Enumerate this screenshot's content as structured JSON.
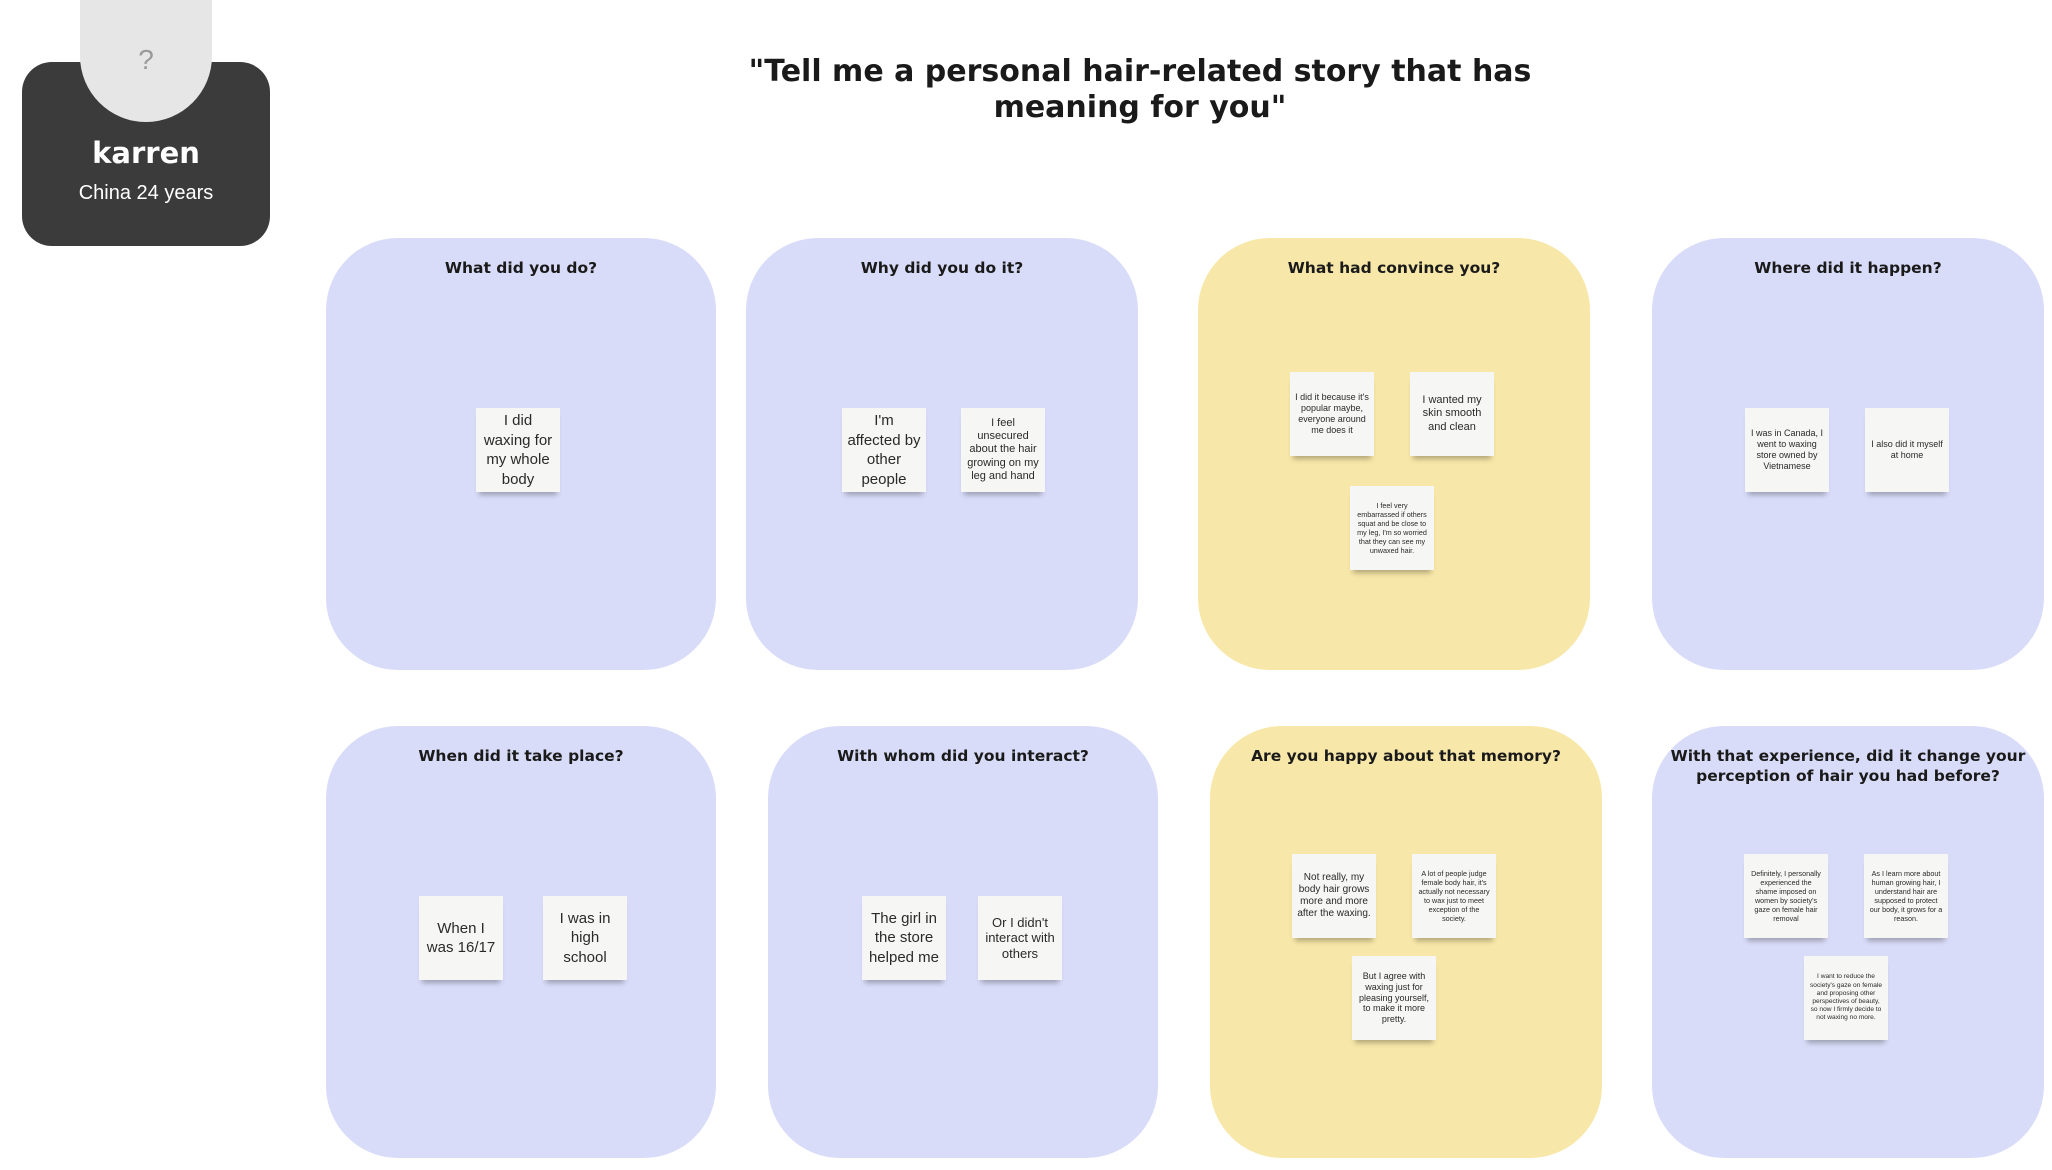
{
  "profile": {
    "avatar_symbol": "?",
    "name": "karren",
    "subtitle": "China 24 years"
  },
  "title": "\"Tell me a personal hair-related story that has meaning for you\"",
  "boards": [
    {
      "title": "What did you do?",
      "color": "#d9dcf8",
      "notes": [
        "I did waxing for my whole body"
      ]
    },
    {
      "title": "Why did you do it?",
      "color": "#d9dcf8",
      "notes": [
        "I'm affected by other people",
        "I feel unsecured about the hair growing on my leg and hand"
      ]
    },
    {
      "title": "What had convince you?",
      "color": "#f7e7a8",
      "notes": [
        "I did it because it's popular maybe, everyone around me does it",
        "I wanted my skin smooth and clean",
        "I feel very embarrassed if others squat and be close to my leg, I'm so worried that they can see my unwaxed hair."
      ]
    },
    {
      "title": "Where did it happen?",
      "color": "#d9dcf8",
      "notes": [
        "I was in Canada, I went to waxing store owned by Vietnamese",
        "I also did it myself at home"
      ]
    },
    {
      "title": "When did it take place?",
      "color": "#d9dcf8",
      "notes": [
        "When I was 16/17",
        "I was in high school"
      ]
    },
    {
      "title": "With whom did you interact?",
      "color": "#d9dcf8",
      "notes": [
        "The girl in the store helped me",
        "Or I didn't interact with others"
      ]
    },
    {
      "title": "Are you happy about that memory?",
      "color": "#f7e7a8",
      "notes": [
        "Not really, my body hair grows more and more after the waxing.",
        "A lot of people judge female body hair, it's actually not necessary to wax just to meet exception of the society.",
        "But I agree with waxing just for pleasing yourself, to make it more pretty."
      ]
    },
    {
      "title": "With that experience, did it change your perception of hair you had before?",
      "color": "#d9dcf8",
      "notes": [
        "Definitely, I personally experienced the shame imposed on women by society's gaze on female hair removal",
        "As I learn more about human growing hair, I understand hair are supposed to protect our body, it grows for a reason.",
        "I want to reduce the society's gaze on female and proposing other perspectives of beauty, so now I firmly decide to not waxing no more."
      ]
    }
  ]
}
